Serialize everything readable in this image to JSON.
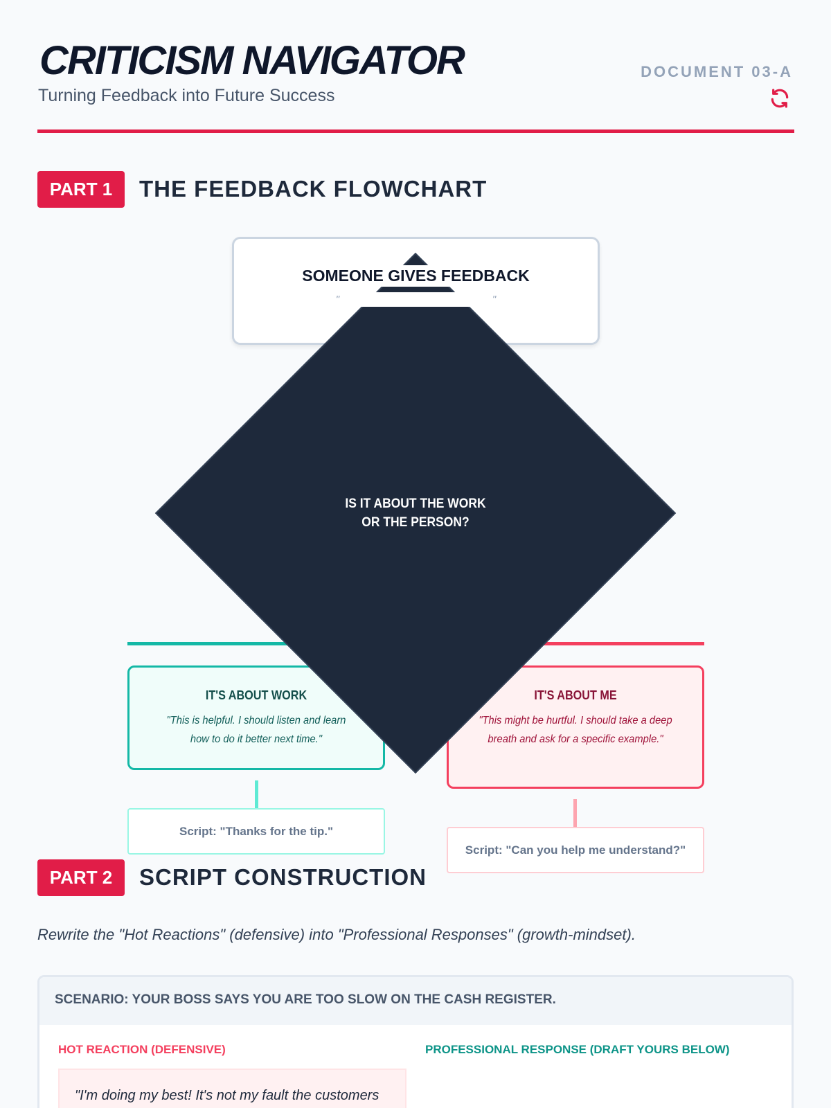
{
  "header": {
    "title": "CRITICISM NAVIGATOR",
    "subtitle": "Turning Feedback into Future Success",
    "doc_id": "DOCUMENT 03-A",
    "icon": "sync-icon",
    "accent": "#e11d48"
  },
  "part1": {
    "badge": "PART 1",
    "heading": "THE FEEDBACK FLOWCHART"
  },
  "flowchart": {
    "start": {
      "title": "SOMEONE GIVES FEEDBACK",
      "subtitle": "\"                                                     \""
    },
    "decision": {
      "line1": "IS IT ABOUT THE WORK",
      "line2": "OR THE PERSON?"
    },
    "work": {
      "title": "IT'S ABOUT WORK",
      "text": "\"This is helpful. I should listen and learn how to do it better next time.\"",
      "script": "Script: \"Thanks for the tip.\"",
      "color": "#14b8a6"
    },
    "me": {
      "title": "IT'S ABOUT ME",
      "text": "\"This might be hurtful. I should take a deep breath and ask for a specific example.\"",
      "script": "Script: \"Can you help me understand?\"",
      "color": "#f43f5e"
    }
  },
  "part2": {
    "badge": "PART 2",
    "heading": "SCRIPT CONSTRUCTION",
    "intro": "Rewrite the \"Hot Reactions\" (defensive) into \"Professional Responses\" (growth-mindset)."
  },
  "scenario": {
    "title": "SCENARIO: YOUR BOSS SAYS YOU ARE TOO SLOW ON THE CASH REGISTER.",
    "hot_label": "HOT REACTION (DEFENSIVE)",
    "pro_label": "PROFESSIONAL RESPONSE (DRAFT YOURS BELOW)",
    "hot_text": "\"I'm doing my best! It's not my fault the customers are slow!\""
  }
}
